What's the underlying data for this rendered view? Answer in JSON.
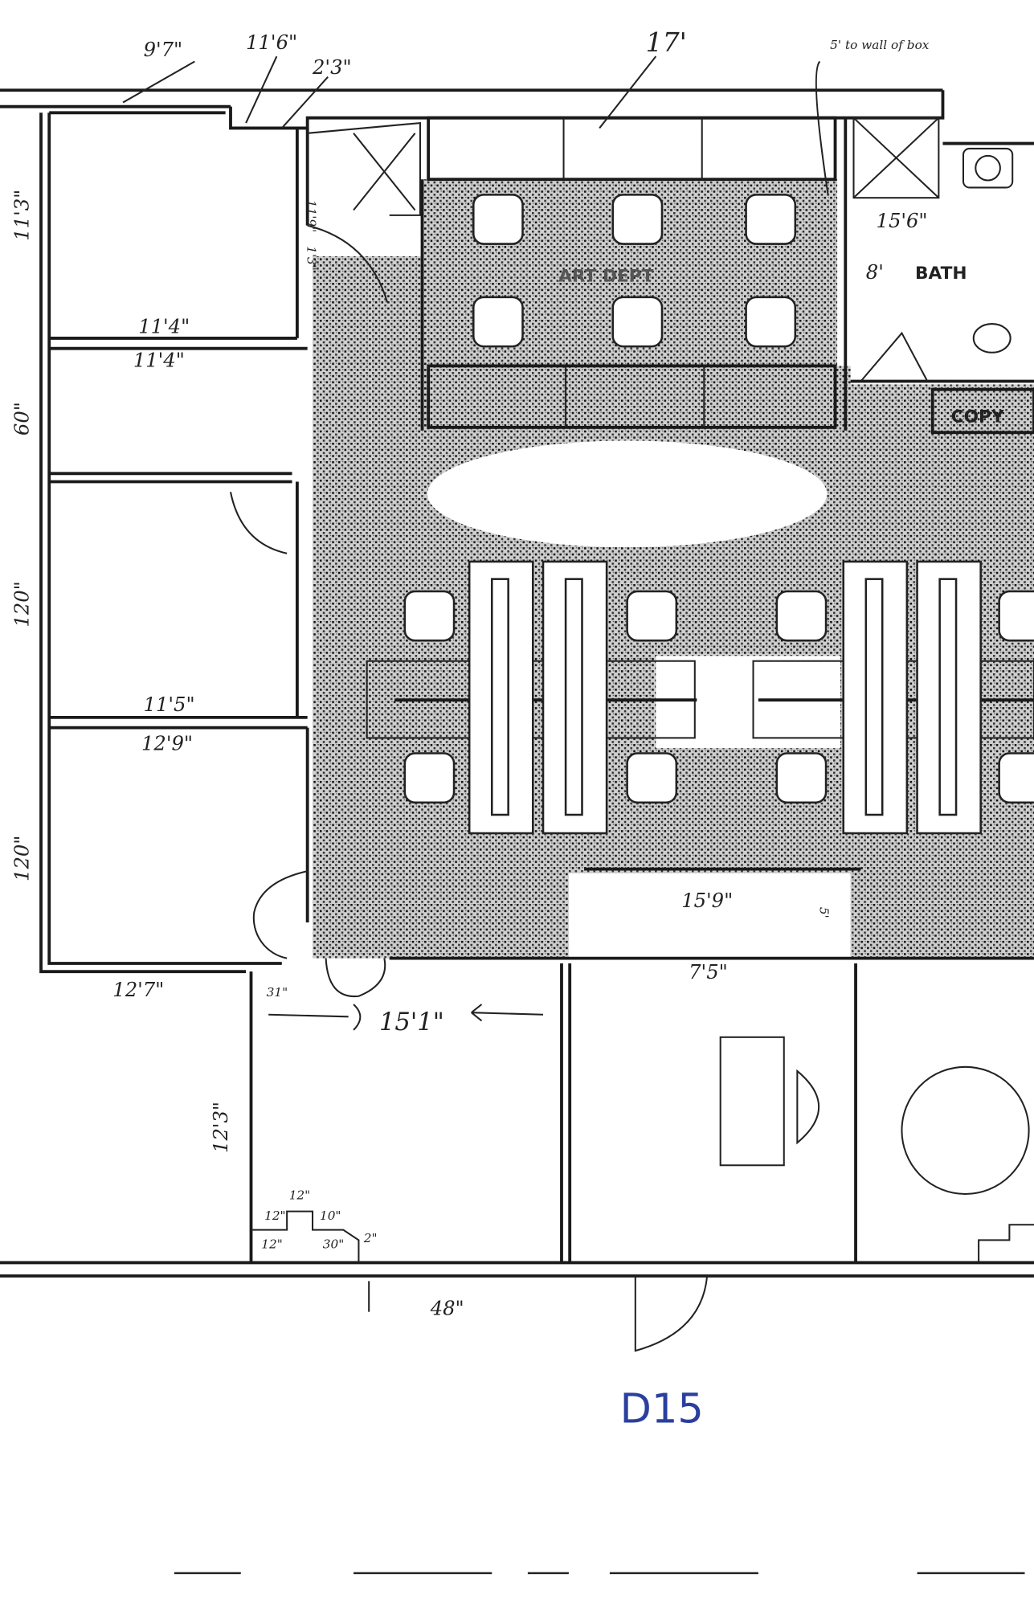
{
  "plan": {
    "unit_id": "D15",
    "accent_color": "#2b3f9e",
    "rooms": {
      "art_dept": "ART DEPT",
      "bath": "BATH",
      "copy": "COPY"
    },
    "dimensions": {
      "top_9_7": "9'7\"",
      "top_11_6": "11'6\"",
      "top_2_3": "2'3\"",
      "top_17": "17'",
      "top_note": "5' to wall of box",
      "left_11_3": "11'3\"",
      "closet_11_9": "11'9\"",
      "closet_1_3": "1'3\"",
      "room1_11_4a": "11'4\"",
      "room1_11_4b": "11'4\"",
      "left_60": "60\"",
      "bath_15_6": "15'6\"",
      "bath_8": "8'",
      "left_120a": "120\"",
      "room3_11_5": "11'5\"",
      "room4_12_9": "12'9\"",
      "left_120b": "120\"",
      "hall_15_9": "15'9\"",
      "hall_5": "5'",
      "office_7_5": "7'5\"",
      "bottom_12_7": "12'7\"",
      "door_31": "31\"",
      "room5_15_1": "15'1\"",
      "room5_12_3": "12'3\"",
      "bottom_48": "48\"",
      "jamb_12a": "12\"",
      "jamb_12b": "12\"",
      "jamb_10": "10\"",
      "jamb_30": "30\"",
      "jamb_2": "2\""
    }
  }
}
